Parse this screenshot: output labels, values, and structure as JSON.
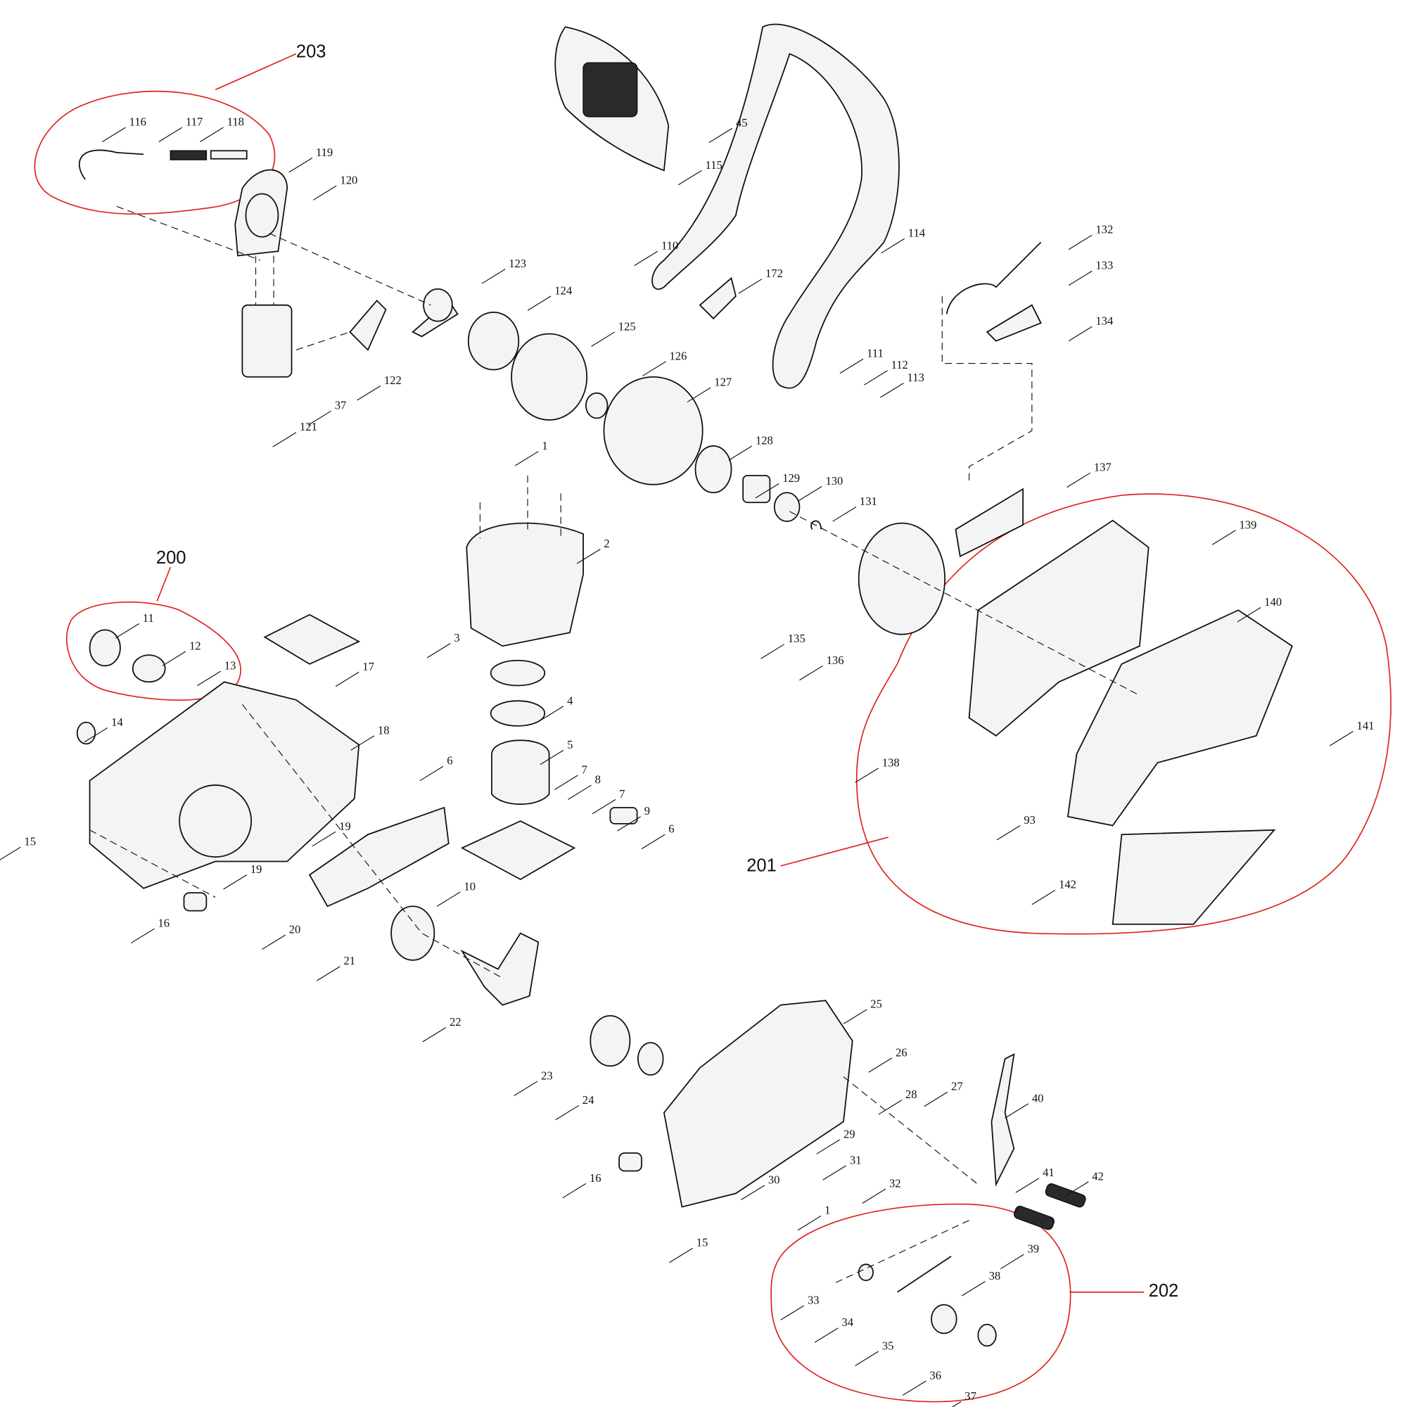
{
  "diagram": {
    "title": "Chainsaw exploded parts diagram",
    "group_labels": [
      "203",
      "200",
      "201",
      "202"
    ],
    "part_labels": [
      "116",
      "117",
      "118",
      "119",
      "120",
      "123",
      "124",
      "125",
      "126",
      "127",
      "128",
      "129",
      "130",
      "131",
      "110",
      "45",
      "115",
      "114",
      "172",
      "132",
      "133",
      "134",
      "111",
      "112",
      "113",
      "121",
      "37",
      "122",
      "1",
      "2",
      "3",
      "137",
      "139",
      "140",
      "141",
      "138",
      "93",
      "142",
      "135",
      "136",
      "11",
      "12",
      "13",
      "17",
      "14",
      "18",
      "15",
      "19",
      "19",
      "16",
      "20",
      "21",
      "22",
      "23",
      "24",
      "4",
      "5",
      "6",
      "7",
      "8",
      "7",
      "9",
      "6",
      "10",
      "25",
      "26",
      "27",
      "28",
      "29",
      "31",
      "32",
      "30",
      "1",
      "16",
      "15",
      "40",
      "41",
      "42",
      "39",
      "38",
      "33",
      "34",
      "35",
      "36",
      "37"
    ],
    "colors": {
      "group_outline": "#e0201b",
      "line": "#111111"
    }
  }
}
